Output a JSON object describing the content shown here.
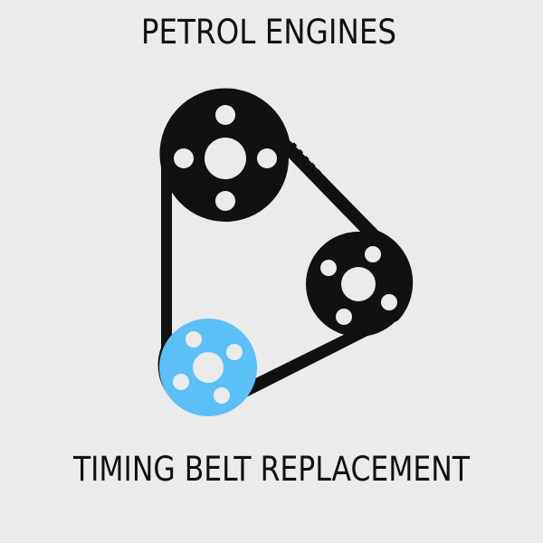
{
  "header": {
    "title": "PETROL ENGINES"
  },
  "footer": {
    "subtitle": "TIMING BELT REPLACEMENT"
  },
  "diagram": {
    "pulleys": [
      {
        "role": "camshaft-pulley",
        "icon": "pulley-icon"
      },
      {
        "role": "tensioner-pulley",
        "icon": "pulley-icon"
      },
      {
        "role": "crankshaft-pulley",
        "icon": "pulley-icon"
      }
    ],
    "colors": {
      "background": "#ebebeb",
      "belt": "#111111",
      "pulley": "#111111",
      "highlight": "#5bc0f5",
      "holes": "#ebebeb"
    }
  }
}
